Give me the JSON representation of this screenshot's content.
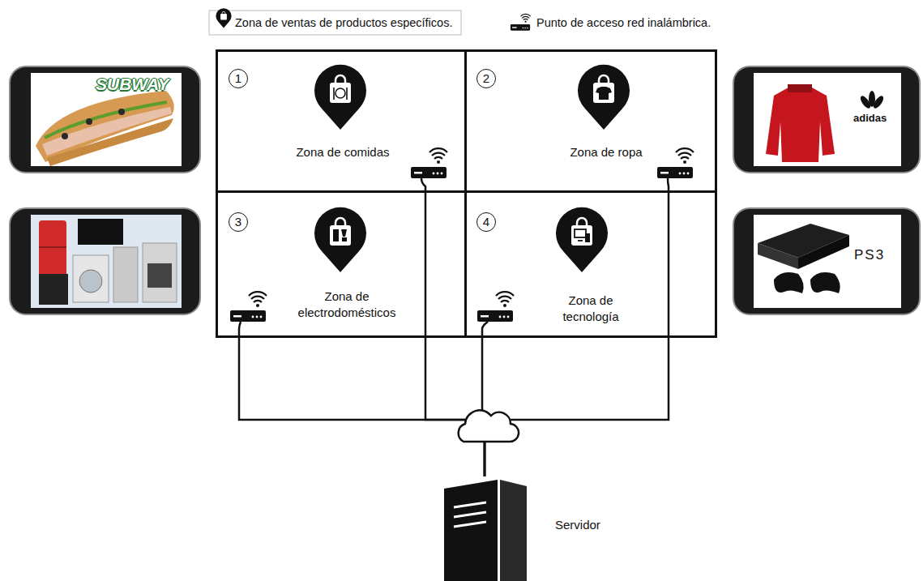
{
  "diagram": {
    "nodes": [
      {
        "text": [
          "1",
          "Zona de comidas"
        ]
      },
      {
        "text": [
          "2",
          "Zona de ropa"
        ]
      },
      {
        "text": [
          "3",
          "Zona de electrodomésticos"
        ]
      },
      {
        "text": [
          "4",
          "Zona de tecnología"
        ]
      },
      {
        "text": [
          "Servidor"
        ]
      }
    ],
    "edges": [
      {
        "from": 0,
        "to": 4,
        "arrow": "none"
      },
      {
        "from": 1,
        "to": 4,
        "arrow": "none"
      },
      {
        "from": 2,
        "to": 4,
        "arrow": "none"
      },
      {
        "from": 3,
        "to": 4,
        "arrow": "none"
      }
    ],
    "labels": [
      "SUBWAY",
      "adidas",
      "PS3"
    ],
    "legend": [
      {
        "text": "Zona de ventas de productos específicos."
      },
      {
        "text": "Punto de acceso red inalámbrica."
      }
    ]
  }
}
